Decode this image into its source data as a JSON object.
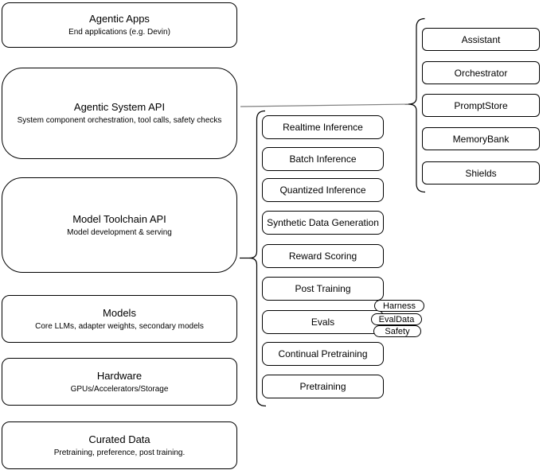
{
  "diagram": {
    "left_stack": [
      {
        "title": "Agentic Apps",
        "subtitle": "End applications (e.g. Devin)"
      },
      {
        "title": "Agentic System API",
        "subtitle": "System component orchestration, tool calls, safety checks"
      },
      {
        "title": "Model Toolchain API",
        "subtitle": "Model development & serving"
      },
      {
        "title": "Models",
        "subtitle": "Core LLMs, adapter weights, secondary models"
      },
      {
        "title": "Hardware",
        "subtitle": "GPUs/Accelerators/Storage"
      },
      {
        "title": "Curated Data",
        "subtitle": "Pretraining, preference, post training."
      }
    ],
    "toolchain_items": [
      "Realtime Inference",
      "Batch Inference",
      "Quantized Inference",
      "Synthetic Data Generation",
      "Reward Scoring",
      "Post Training",
      "Evals",
      "Continual Pretraining",
      "Pretraining"
    ],
    "evals_tags": [
      "Harness",
      "EvalData",
      "Safety"
    ],
    "system_items": [
      "Assistant",
      "Orchestrator",
      "PromptStore",
      "MemoryBank",
      "Shields"
    ],
    "colors": {
      "stroke": "#000000",
      "fill": "#ffffff",
      "connector_gray": "#7f7f7f"
    }
  }
}
